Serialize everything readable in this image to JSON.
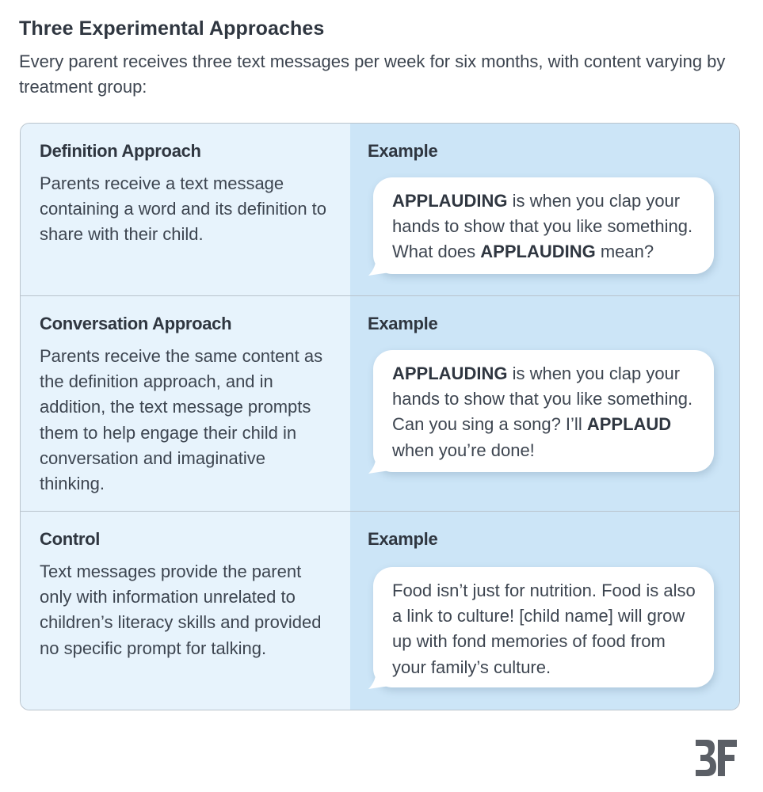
{
  "title": "Three Experimental Approaches",
  "intro": "Every parent receives three text messages per week for six months, with content varying by treatment group:",
  "rows": [
    {
      "heading": "Definition Approach",
      "description": "Parents receive a text message containing a word and its definition to share with their child.",
      "example_label": "Example",
      "message": [
        {
          "text": "APPLAUDING",
          "bold": true
        },
        {
          "text": " is when you clap your hands to show that you like something. What does ",
          "bold": false
        },
        {
          "text": "APPLAUDING",
          "bold": true
        },
        {
          "text": " mean?",
          "bold": false
        }
      ]
    },
    {
      "heading": "Conversation Approach",
      "description": "Parents receive the same content as the definition approach, and in addition, the text message prompts them to help engage their child in conversation and imaginative thinking.",
      "example_label": "Example",
      "message": [
        {
          "text": "APPLAUDING",
          "bold": true
        },
        {
          "text": " is when you clap your hands to show that you like something. Can you sing a song? I’ll ",
          "bold": false
        },
        {
          "text": "APPLAUD",
          "bold": true
        },
        {
          "text": " when you’re done!",
          "bold": false
        }
      ]
    },
    {
      "heading": "Control",
      "description": "Text messages provide the parent only with information unrelated to children’s literacy skills and provided no specific prompt for talking.",
      "example_label": "Example",
      "message": [
        {
          "text": "Food isn’t just for nutrition. Food is also a link to culture! [child name] will grow up with fond memories of food from your family’s culture.",
          "bold": false
        }
      ]
    }
  ],
  "logo": {
    "text": "BF",
    "icon": "bf-logo-icon"
  },
  "colors": {
    "left_column": "#e7f3fc",
    "right_column": "#cce5f7",
    "border": "#b9c3cc",
    "heading_text": "#2f3640",
    "body_text": "#3d4550",
    "logo": "#5b5f66"
  }
}
